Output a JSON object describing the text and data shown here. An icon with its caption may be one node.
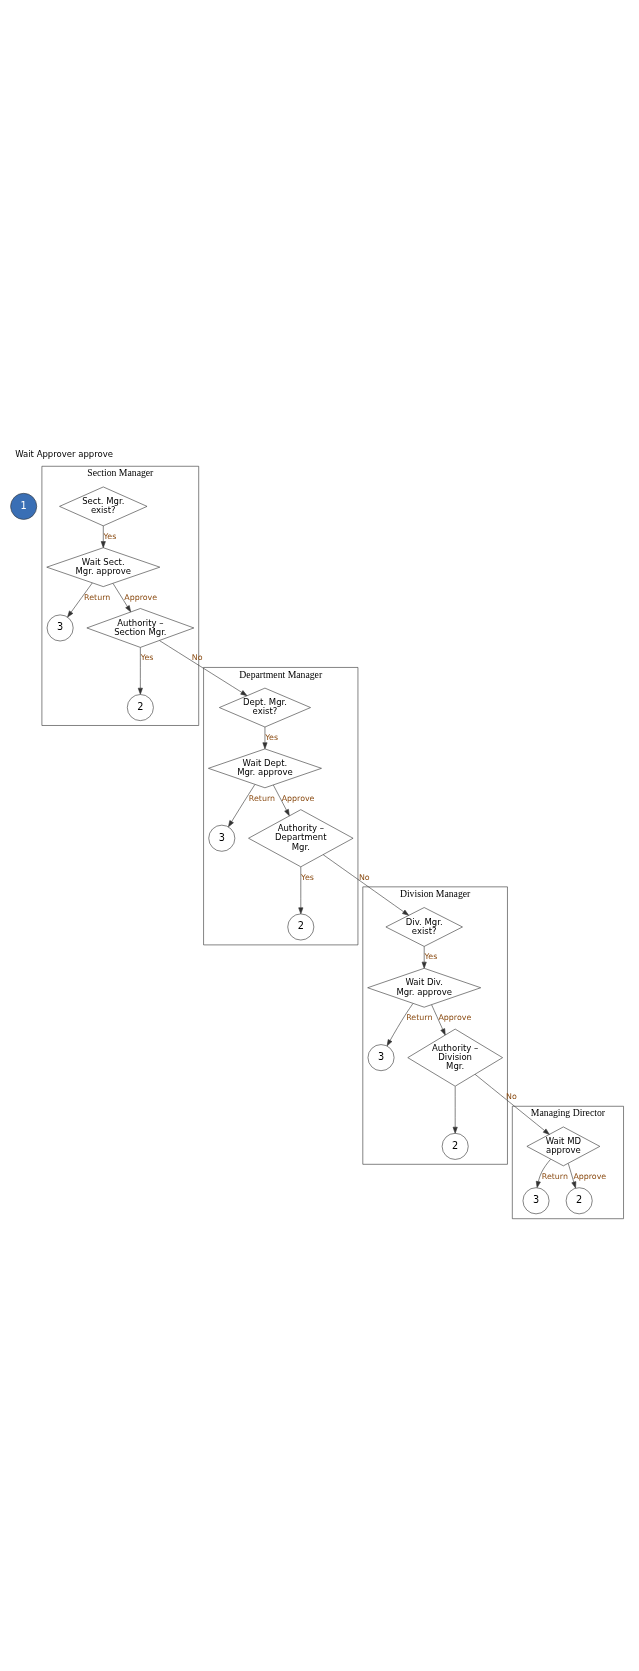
{
  "diagram": {
    "title": "Wait Approver approve",
    "nodes": [
      {
        "text": [
          "1"
        ]
      },
      {
        "text": [
          "Section Manager"
        ]
      },
      {
        "text": [
          "Sect. Mgr. exist?"
        ],
        "in": 1
      },
      {
        "text": [
          "Wait Sect. Mgr. approve"
        ],
        "in": 1
      },
      {
        "text": [
          "3"
        ],
        "in": 1
      },
      {
        "text": [
          "Authority – Section Mgr."
        ],
        "in": 1
      },
      {
        "text": [
          "2"
        ],
        "in": 1
      },
      {
        "text": [
          "Department Manager"
        ]
      },
      {
        "text": [
          "Dept. Mgr. exist?"
        ],
        "in": 7
      },
      {
        "text": [
          "Wait Dept. Mgr. approve"
        ],
        "in": 7
      },
      {
        "text": [
          "3"
        ],
        "in": 7
      },
      {
        "text": [
          "Authority – Department Mgr."
        ],
        "in": 7
      },
      {
        "text": [
          "2"
        ],
        "in": 7
      },
      {
        "text": [
          "Division Manager"
        ]
      },
      {
        "text": [
          "Div. Mgr. exist?"
        ],
        "in": 13
      },
      {
        "text": [
          "Wait Div. Mgr. approve"
        ],
        "in": 13
      },
      {
        "text": [
          "3"
        ],
        "in": 13
      },
      {
        "text": [
          "Authority – Division Mgr."
        ],
        "in": 13
      },
      {
        "text": [
          "2"
        ],
        "in": 13
      },
      {
        "text": [
          "Managing Director"
        ]
      },
      {
        "text": [
          "Wait MD approve"
        ],
        "in": 19
      },
      {
        "text": [
          "3"
        ],
        "in": 19
      },
      {
        "text": [
          "2"
        ],
        "in": 19
      }
    ],
    "edges": [
      {
        "from": 2,
        "to": 3,
        "arrow": "to",
        "label": "Yes"
      },
      {
        "from": 3,
        "to": 4,
        "arrow": "to",
        "label": "Return"
      },
      {
        "from": 3,
        "to": 5,
        "arrow": "to",
        "label": "Approve"
      },
      {
        "from": 5,
        "to": 6,
        "arrow": "to",
        "label": "Yes"
      },
      {
        "from": 5,
        "to": 8,
        "arrow": "to",
        "label": "No"
      },
      {
        "from": 8,
        "to": 9,
        "arrow": "to",
        "label": "Yes"
      },
      {
        "from": 9,
        "to": 10,
        "arrow": "to",
        "label": "Return"
      },
      {
        "from": 9,
        "to": 11,
        "arrow": "to",
        "label": "Approve"
      },
      {
        "from": 11,
        "to": 12,
        "arrow": "to",
        "label": "Yes"
      },
      {
        "from": 11,
        "to": 14,
        "arrow": "to",
        "label": "No"
      },
      {
        "from": 14,
        "to": 15,
        "arrow": "to",
        "label": "Yes"
      },
      {
        "from": 15,
        "to": 16,
        "arrow": "to",
        "label": "Return"
      },
      {
        "from": 15,
        "to": 17,
        "arrow": "to",
        "label": "Approve"
      },
      {
        "from": 17,
        "to": 18,
        "arrow": "to"
      },
      {
        "from": 17,
        "to": 20,
        "arrow": "to",
        "label": "No"
      },
      {
        "from": 20,
        "to": 21,
        "arrow": "to",
        "label": "Return"
      },
      {
        "from": 20,
        "to": 22,
        "arrow": "to",
        "label": "Approve"
      }
    ]
  }
}
